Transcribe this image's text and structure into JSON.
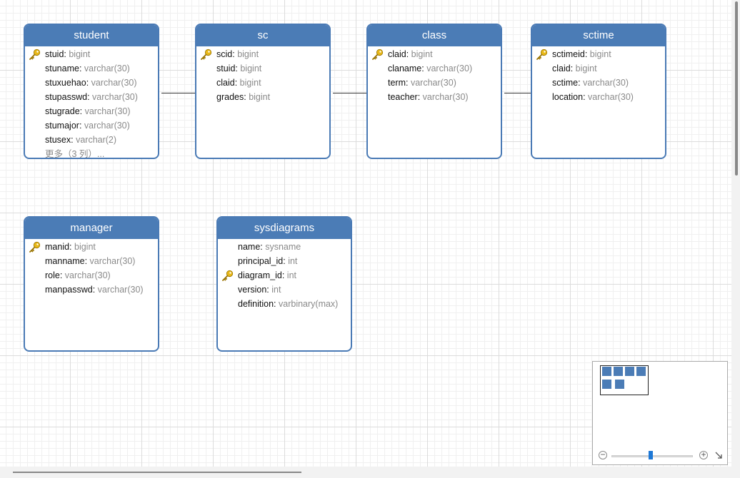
{
  "tables": [
    {
      "name": "student",
      "columns": [
        {
          "name": "stuid",
          "type": "bigint",
          "pk": true
        },
        {
          "name": "stuname",
          "type": "varchar(30)",
          "pk": false
        },
        {
          "name": "stuxuehao",
          "type": "varchar(30)",
          "pk": false
        },
        {
          "name": "stupasswd",
          "type": "varchar(30)",
          "pk": false
        },
        {
          "name": "stugrade",
          "type": "varchar(30)",
          "pk": false
        },
        {
          "name": "stumajor",
          "type": "varchar(30)",
          "pk": false
        },
        {
          "name": "stusex",
          "type": "varchar(2)",
          "pk": false
        }
      ],
      "more": "更多（3 列）..."
    },
    {
      "name": "sc",
      "columns": [
        {
          "name": "scid",
          "type": "bigint",
          "pk": true
        },
        {
          "name": "stuid",
          "type": "bigint",
          "pk": false
        },
        {
          "name": "claid",
          "type": "bigint",
          "pk": false
        },
        {
          "name": "grades",
          "type": "bigint",
          "pk": false
        }
      ]
    },
    {
      "name": "class",
      "columns": [
        {
          "name": "claid",
          "type": "bigint",
          "pk": true
        },
        {
          "name": "claname",
          "type": "varchar(30)",
          "pk": false
        },
        {
          "name": "term",
          "type": "varchar(30)",
          "pk": false
        },
        {
          "name": "teacher",
          "type": "varchar(30)",
          "pk": false
        }
      ]
    },
    {
      "name": "sctime",
      "columns": [
        {
          "name": "sctimeid",
          "type": "bigint",
          "pk": true
        },
        {
          "name": "claid",
          "type": "bigint",
          "pk": false
        },
        {
          "name": "sctime",
          "type": "varchar(30)",
          "pk": false
        },
        {
          "name": "location",
          "type": "varchar(30)",
          "pk": false
        }
      ]
    },
    {
      "name": "manager",
      "columns": [
        {
          "name": "manid",
          "type": "bigint",
          "pk": true
        },
        {
          "name": "manname",
          "type": "varchar(30)",
          "pk": false
        },
        {
          "name": "role",
          "type": "varchar(30)",
          "pk": false
        },
        {
          "name": "manpasswd",
          "type": "varchar(30)",
          "pk": false
        }
      ]
    },
    {
      "name": "sysdiagrams",
      "columns": [
        {
          "name": "name",
          "type": "sysname",
          "pk": false
        },
        {
          "name": "principal_id",
          "type": "int",
          "pk": false
        },
        {
          "name": "diagram_id",
          "type": "int",
          "pk": true
        },
        {
          "name": "version",
          "type": "int",
          "pk": false
        },
        {
          "name": "definition",
          "type": "varbinary(max)",
          "pk": false
        }
      ]
    }
  ],
  "colors": {
    "header": "#4b7cb6",
    "border": "#4a7ab5",
    "type_text": "#8a8a8a",
    "key_icon": "#e8b818"
  },
  "icons": {
    "primary_key": "key-icon",
    "zoom_out": "zoom-out-icon",
    "zoom_in": "zoom-in-icon",
    "fit": "fit-to-window-icon"
  }
}
